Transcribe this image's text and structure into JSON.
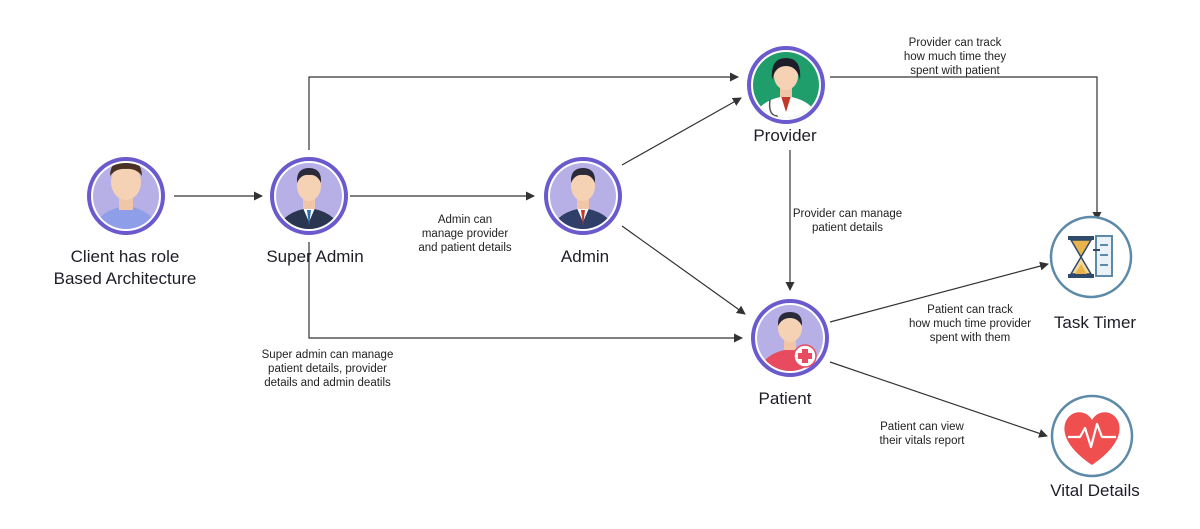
{
  "nodes": {
    "client": {
      "label_lines": [
        "Client has role",
        "Based Architecture"
      ]
    },
    "super_admin": {
      "label_lines": [
        "Super Admin"
      ]
    },
    "admin": {
      "label_lines": [
        "Admin"
      ]
    },
    "provider": {
      "label_lines": [
        "Provider"
      ]
    },
    "patient": {
      "label_lines": [
        "Patient"
      ]
    },
    "task_timer": {
      "label_lines": [
        "Task Timer"
      ],
      "icon": "hourglass-icon"
    },
    "vital_details": {
      "label_lines": [
        "Vital Details"
      ],
      "icon": "heart-pulse-icon"
    }
  },
  "notes": {
    "admin_manage": [
      "Admin can",
      "manage provider",
      "and patient details"
    ],
    "provider_manage": [
      "Provider can manage",
      "patient details"
    ],
    "provider_track": [
      "Provider can track",
      "how much time they",
      "spent with patient"
    ],
    "super_manage": [
      "Super admin can manage",
      "patient details, provider",
      "details and admin deatils"
    ],
    "patient_track": [
      "Patient can track",
      "how much time provider",
      "spent with them"
    ],
    "patient_view": [
      "Patient can view",
      "their vitals report"
    ]
  },
  "colors": {
    "ring": "#6a5acd",
    "ring_light": "#b7b0e6",
    "provider_bg": "#1f9d6b",
    "timer_ring": "#5d8aa8",
    "heart": "#ef4f4f",
    "arrow": "#333333"
  }
}
